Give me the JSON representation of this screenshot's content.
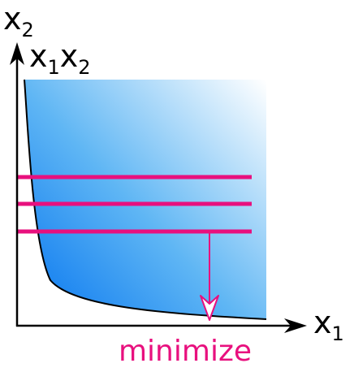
{
  "axes": {
    "y_label": {
      "base": "x",
      "sub": "2"
    },
    "x_label": {
      "base": "x",
      "sub": "1"
    }
  },
  "curve_label": [
    {
      "base": "x",
      "sub": "1"
    },
    {
      "base": "x",
      "sub": "2"
    }
  ],
  "action_label": "minimize",
  "colors": {
    "axis": "#000000",
    "constraint_lines": "#e8107e",
    "arrow": "#e8107e",
    "label": "#e8107e",
    "region_dark": "#0a78f0",
    "region_light": "#ffffff",
    "curve": "#000000"
  },
  "constraint_line_count": 3
}
